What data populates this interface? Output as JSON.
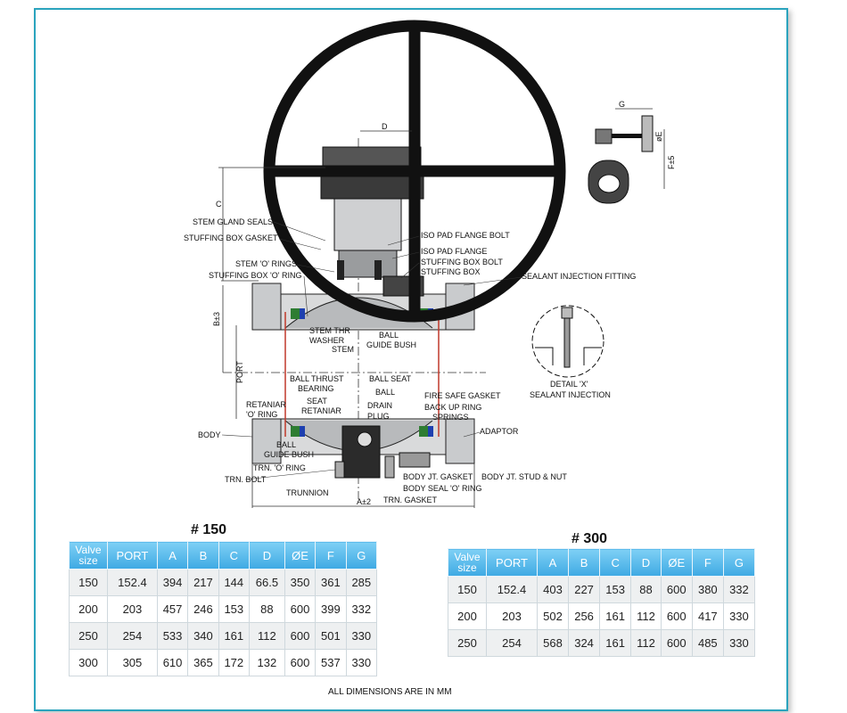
{
  "diagram": {
    "labels": {
      "stem_gland_seals": "STEM GLAND SEALS",
      "stuffing_box_gasket": "STUFFING BOX GASKET",
      "stem_o_rings": "STEM 'O' RINGS",
      "stuffing_box_o_ring": "STUFFING BOX 'O' RING",
      "iso_pad_flange_bolt": "ISO PAD FLANGE BOLT",
      "iso_pad_flange": "ISO PAD FLANGE",
      "stuffing_box_bolt": "STUFFING BOX BOLT",
      "stuffing_box": "STUFFING BOX",
      "sealant_injection_fitting": "SEALANT INJECTION FITTING",
      "stem_thr_washer_1": "STEM THR",
      "stem_thr_washer_2": "WASHER",
      "stem": "STEM",
      "ball_guide_bush_top_1": "BALL",
      "ball_guide_bush_top_2": "GUIDE BUSH",
      "ball_thrust_bearing_1": "BALL THRUST",
      "ball_thrust_bearing_2": "BEARING",
      "ball_seat": "BALL SEAT",
      "ball": "BALL",
      "seat": "SEAT",
      "retaniar": "RETANIAR",
      "drain": "DRAIN",
      "plug": "PLUG",
      "fire_safe_gasket": "FIRE SAFE GASKET",
      "back_up_ring": "BACK UP RING",
      "springs": "SPRINGS",
      "retaniar_o_ring_1": "RETANIAR",
      "retaniar_o_ring_2": "'O' RING",
      "body": "BODY",
      "adaptor": "ADAPTOR",
      "ball_guide_bush_bottom_1": "BALL",
      "ball_guide_bush_bottom_2": "GUIDE BUSH",
      "trn_o_ring": "TRN. 'O' RING",
      "trn_bolt": "TRN. BOLT",
      "trunnion": "TRUNNION",
      "body_jt_gasket": "BODY JT. GASKET",
      "body_jt_stud_nut": "BODY JT. STUD & NUT",
      "body_seal_o_ring": "BODY SEAL 'O' RING",
      "trn_gasket": "TRN. GASKET",
      "detail_x": "DETAIL 'X'",
      "sealant_injection": "SEALANT INJECTION",
      "dim_c": "C",
      "dim_d": "D",
      "dim_b": "B±3",
      "dim_port": "PORT",
      "dim_a": "A±2",
      "dim_g": "G",
      "dim_e": "øE",
      "dim_f": "F±5"
    }
  },
  "table_150": {
    "title": "# 150",
    "headers": [
      "Valve size",
      "PORT",
      "A",
      "B",
      "C",
      "D",
      "ØE",
      "F",
      "G"
    ],
    "rows": [
      [
        "150",
        "152.4",
        "394",
        "217",
        "144",
        "66.5",
        "350",
        "361",
        "285"
      ],
      [
        "200",
        "203",
        "457",
        "246",
        "153",
        "88",
        "600",
        "399",
        "332"
      ],
      [
        "250",
        "254",
        "533",
        "340",
        "161",
        "112",
        "600",
        "501",
        "330"
      ],
      [
        "300",
        "305",
        "610",
        "365",
        "172",
        "132",
        "600",
        "537",
        "330"
      ]
    ]
  },
  "table_300": {
    "title": "# 300",
    "headers": [
      "Valve size",
      "PORT",
      "A",
      "B",
      "C",
      "D",
      "ØE",
      "F",
      "G"
    ],
    "rows": [
      [
        "150",
        "152.4",
        "403",
        "227",
        "153",
        "88",
        "600",
        "380",
        "332"
      ],
      [
        "200",
        "203",
        "502",
        "256",
        "161",
        "112",
        "600",
        "417",
        "330"
      ],
      [
        "250",
        "254",
        "568",
        "324",
        "161",
        "112",
        "600",
        "485",
        "330"
      ]
    ]
  },
  "footer_note": "ALL DIMENSIONS ARE IN MM"
}
